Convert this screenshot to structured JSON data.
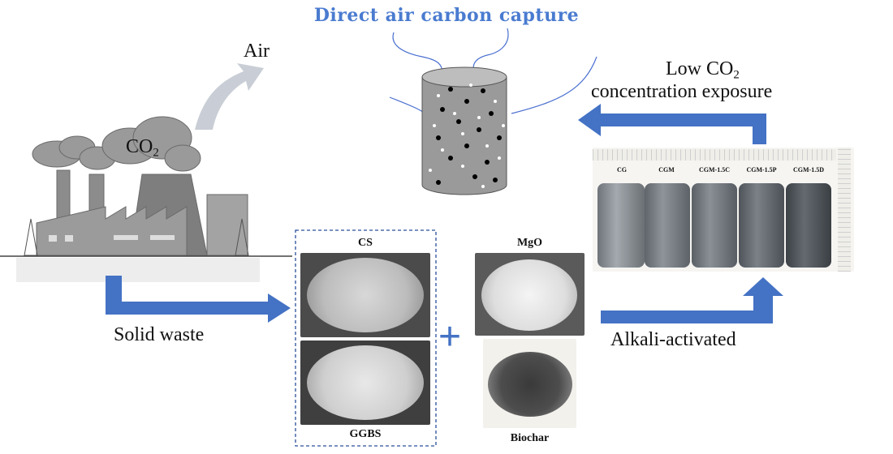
{
  "title": "Direct air carbon capture",
  "labels": {
    "air": "Air",
    "co2_cloud": "CO",
    "co2_cloud_sub": "2",
    "low_co2_line1_a": "Low CO",
    "low_co2_line1_sub": "2",
    "low_co2_line2": "concentration exposure",
    "solid_waste": "Solid waste",
    "alkali_activated": "Alkali-activated",
    "plus": "+"
  },
  "materials": {
    "cs": "CS",
    "ggbs": "GGBS",
    "mgo": "MgO",
    "biochar": "Biochar"
  },
  "samples": [
    "CG",
    "CGM",
    "CGM-1.5C",
    "CGM-1.5P",
    "CGM-1.5D"
  ],
  "colors": {
    "arrow_blue": "#4472c4",
    "title_blue": "#4a7bd0",
    "factory_gray": "#8c8c8c",
    "air_arrow_gray": "#c9ced6"
  },
  "icons": [
    "factory-icon",
    "cylinder-specimen-icon",
    "air-arrow-icon"
  ]
}
